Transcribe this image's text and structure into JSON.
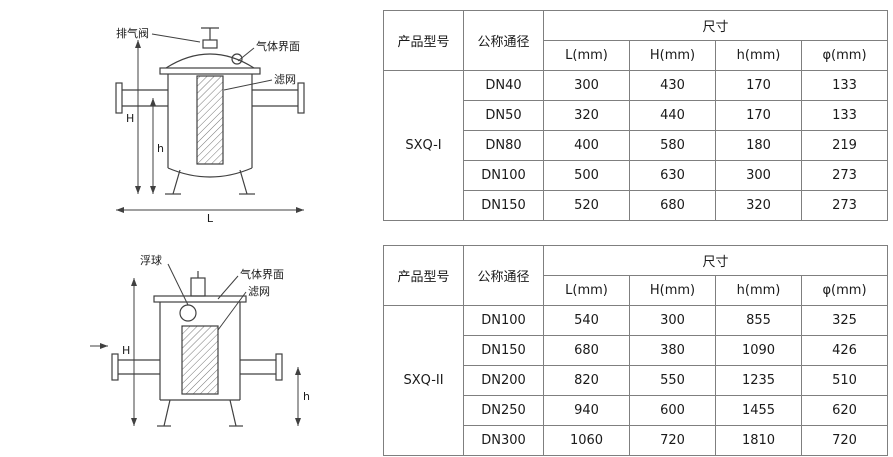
{
  "diagram1": {
    "label_exhaust_valve": "排气阀",
    "label_gas_interface": "气体界面",
    "label_filter_screen": "滤网",
    "dim_H": "H",
    "dim_h": "h",
    "dim_L": "L"
  },
  "diagram2": {
    "label_float_ball": "浮球",
    "label_gas_interface": "气体界面",
    "label_filter_screen": "滤网",
    "dim_H": "H",
    "dim_h": "h"
  },
  "table1": {
    "header_product_model": "产品型号",
    "header_nominal_diameter": "公称通径",
    "header_dimensions": "尺寸",
    "header_cols": [
      "L(mm)",
      "H(mm)",
      "h(mm)",
      "φ(mm)"
    ],
    "model": "SXQ-I",
    "rows": [
      [
        "DN40",
        "300",
        "430",
        "170",
        "133"
      ],
      [
        "DN50",
        "320",
        "440",
        "170",
        "133"
      ],
      [
        "DN80",
        "400",
        "580",
        "180",
        "219"
      ],
      [
        "DN100",
        "500",
        "630",
        "300",
        "273"
      ],
      [
        "DN150",
        "520",
        "680",
        "320",
        "273"
      ]
    ]
  },
  "table2": {
    "header_product_model": "产品型号",
    "header_nominal_diameter": "公称通径",
    "header_dimensions": "尺寸",
    "header_cols": [
      "L(mm)",
      "H(mm)",
      "h(mm)",
      "φ(mm)"
    ],
    "model": "SXQ-II",
    "rows": [
      [
        "DN100",
        "540",
        "300",
        "855",
        "325"
      ],
      [
        "DN150",
        "680",
        "380",
        "1090",
        "426"
      ],
      [
        "DN200",
        "820",
        "550",
        "1235",
        "510"
      ],
      [
        "DN250",
        "940",
        "600",
        "1455",
        "620"
      ],
      [
        "DN300",
        "1060",
        "720",
        "1810",
        "720"
      ]
    ]
  }
}
